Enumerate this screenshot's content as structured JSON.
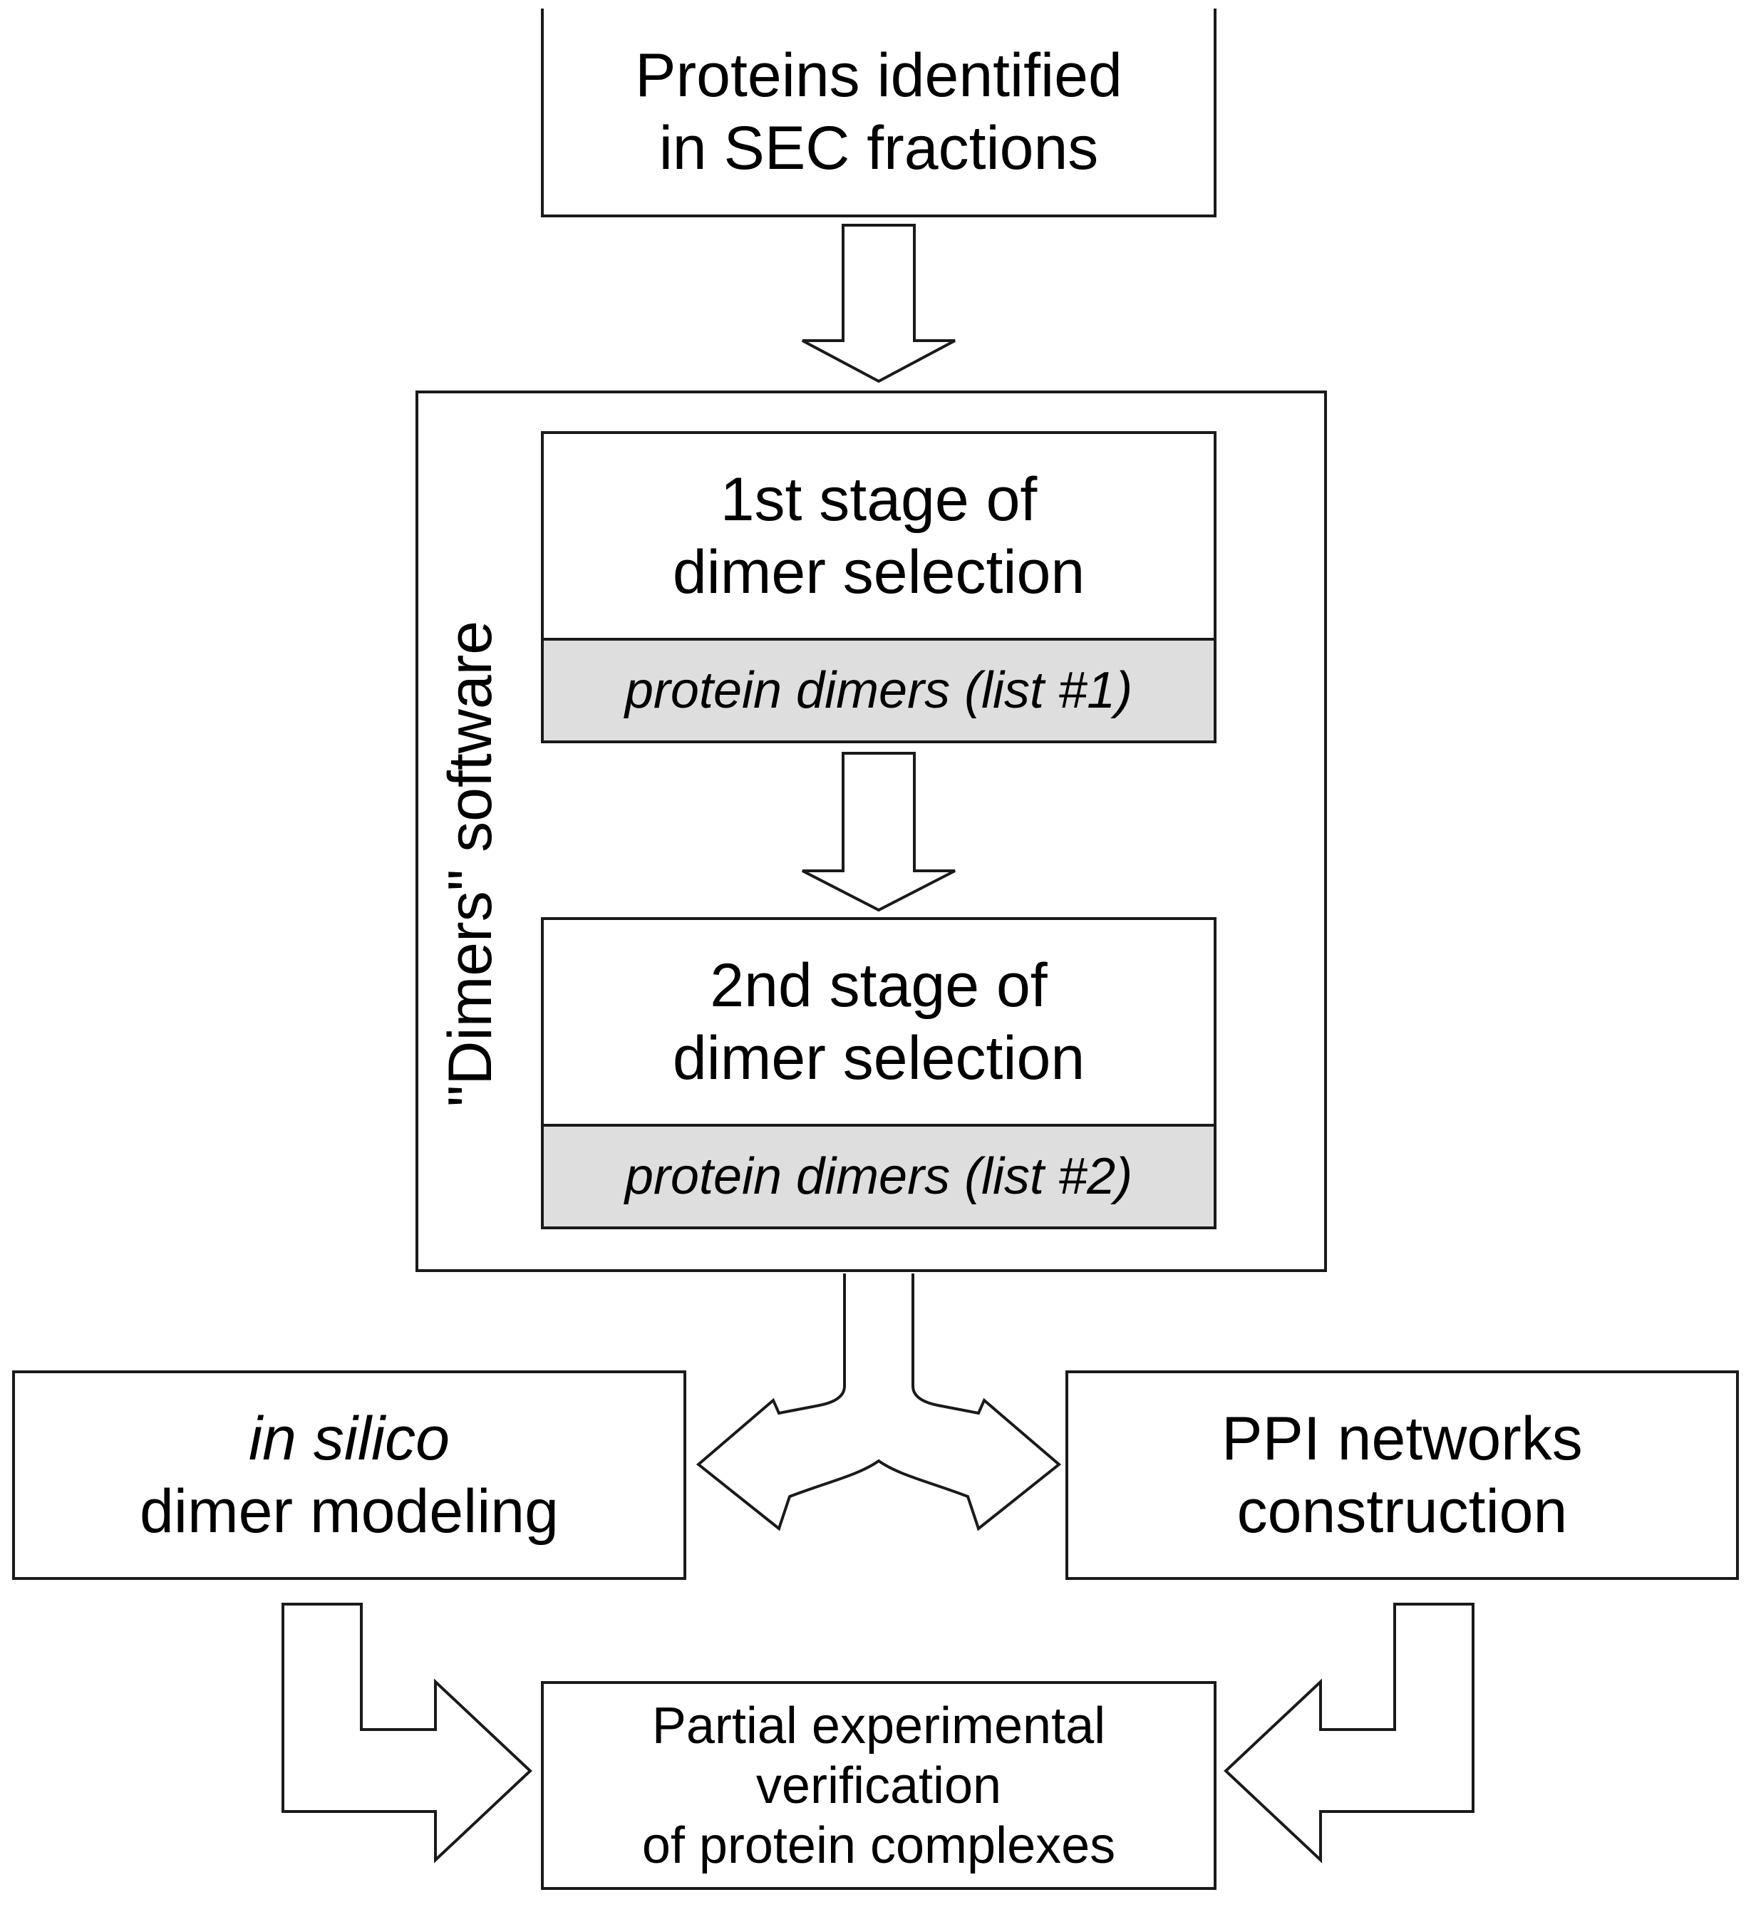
{
  "diagram": {
    "top_box": {
      "lines": [
        "Proteins identified",
        "in SEC fractions"
      ]
    },
    "software_frame": {
      "label": "\"Dimers\" software"
    },
    "stage1": {
      "lines": [
        "1st stage of",
        "dimer selection"
      ],
      "output": "protein dimers (list #1)"
    },
    "stage2": {
      "lines": [
        "2nd stage of",
        "dimer selection"
      ],
      "output": "protein dimers (list #2)"
    },
    "left_box": {
      "lines": [
        "in silico",
        "dimer modeling"
      ]
    },
    "right_box": {
      "lines": [
        "PPI networks",
        "construction"
      ]
    },
    "bottom_box": {
      "lines": [
        "Partial experimental",
        "verification",
        "of protein complexes"
      ]
    },
    "colors": {
      "stroke": "#1a1a1a",
      "shaded_fill": "#dedede",
      "background": "#ffffff"
    }
  }
}
